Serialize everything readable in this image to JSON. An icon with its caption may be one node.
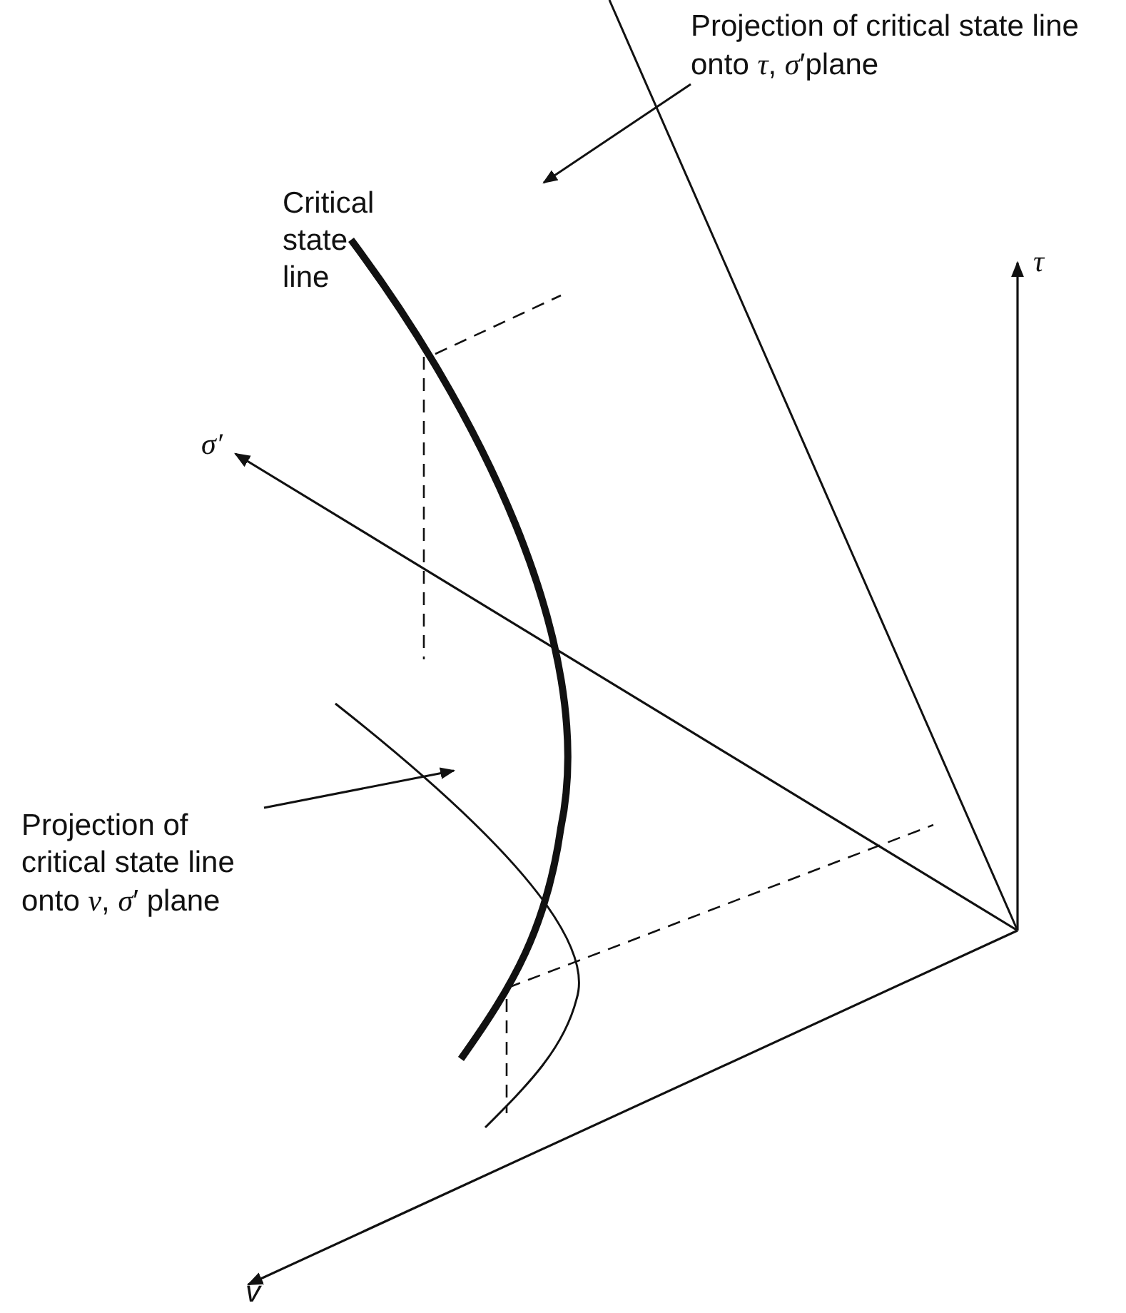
{
  "diagram": {
    "nodes": [
      {
        "text": [
          "Projection of critical state line onto *τ*, *σ*′plane"
        ]
      },
      {
        "text": [],
        "shape": "line"
      },
      {
        "text": [
          "Projection of critical state line onto *v*, *σ*′ plane"
        ]
      },
      {
        "text": [],
        "shape": "curve"
      }
    ],
    "edges": [
      {
        "from": 0,
        "to": 1,
        "arrow": "to"
      },
      {
        "from": 2,
        "to": 3,
        "arrow": "to"
      }
    ],
    "labels": [
      "Critical state line",
      "τ",
      "σ′",
      "v"
    ]
  }
}
